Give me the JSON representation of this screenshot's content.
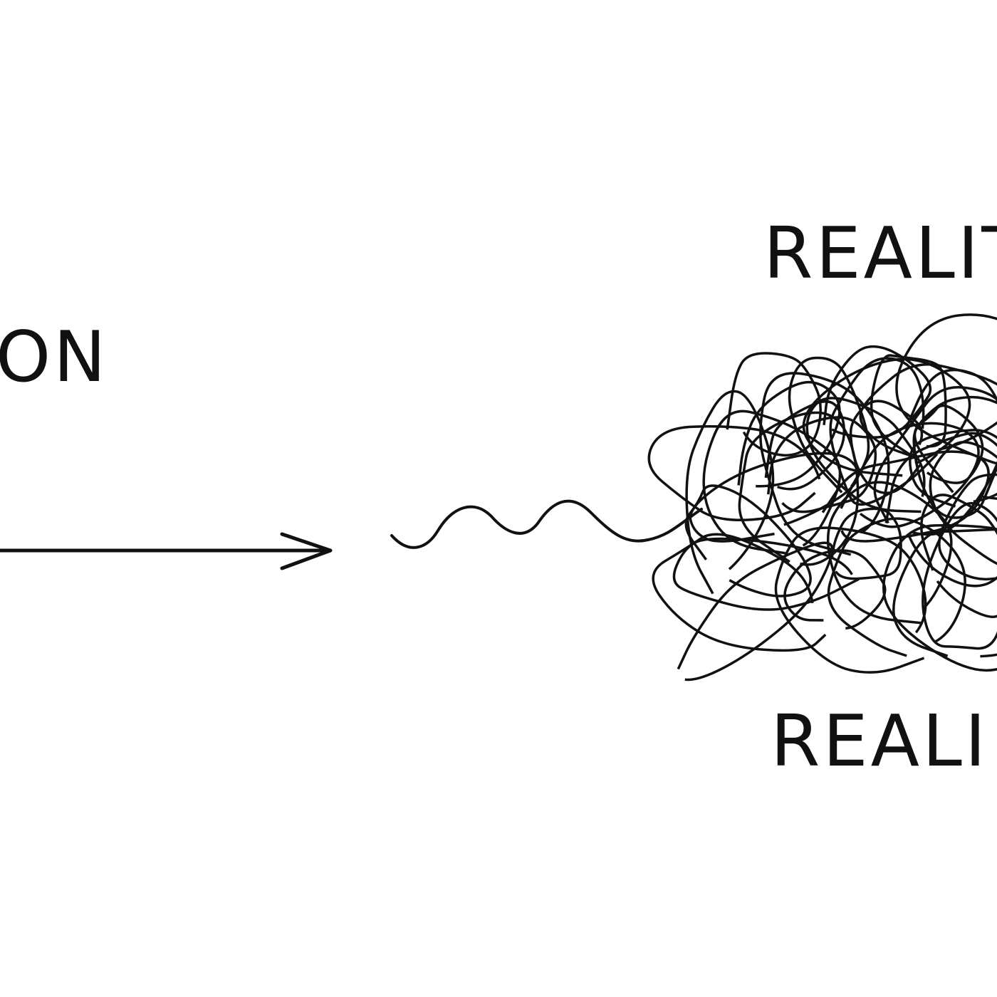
{
  "labels": {
    "left_text": "ON",
    "top_right_text": "REALIT",
    "bottom_right_text": "REALI"
  },
  "colors": {
    "ink": "#111111",
    "background": "#ffffff"
  }
}
